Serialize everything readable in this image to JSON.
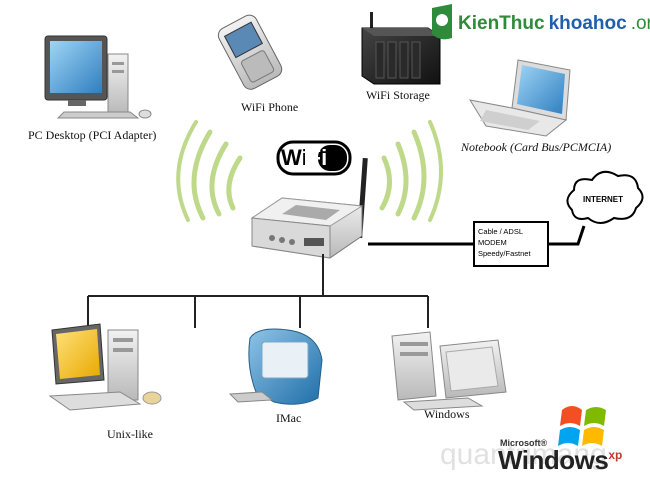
{
  "brand": {
    "part1": "KienThuc",
    "part2": "khoahoc",
    "part3": ".org"
  },
  "wifi_logo": {
    "text": "WiFi"
  },
  "devices": {
    "pc_desktop": "PC Desktop (PCI Adapter)",
    "wifi_phone": "WiFi Phone",
    "wifi_storage": "WiFi Storage",
    "notebook": "Notebook (Card Bus/PCMCIA)",
    "unix": "Unix-like",
    "imac": "IMac",
    "windows": "Windows"
  },
  "modem": {
    "lines": [
      "Cable / ADSL",
      "MODEM",
      "Speedy/Fastnet"
    ]
  },
  "internet": {
    "label": "INTERNET"
  },
  "windows_logo": {
    "microsoft": "Microsoft®",
    "windows": "Windows",
    "xp": "xp"
  },
  "watermark": {
    "text": "quantrimang"
  },
  "colors": {
    "wave": "#bfd98a",
    "brand_green": "#2e8b3a",
    "brand_blue": "#1f5fae",
    "imac_blue": "#3b8cc4"
  }
}
